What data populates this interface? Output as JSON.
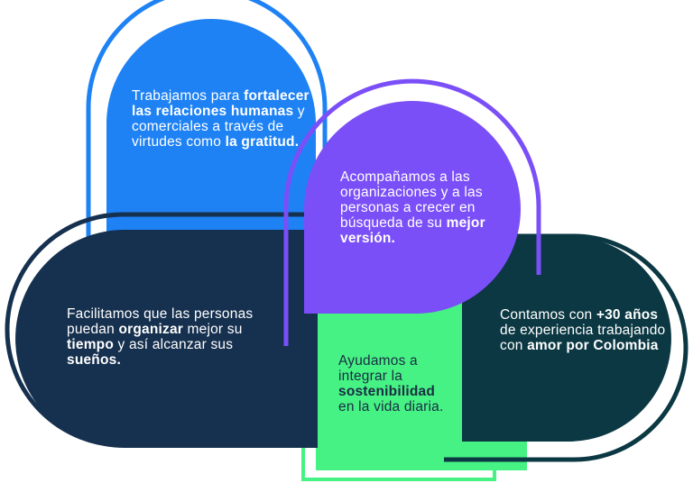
{
  "colors": {
    "blue": "#1e82f5",
    "purple": "#7b4ff8",
    "navy": "#16304f",
    "green": "#45f283",
    "teal": "#0b3843"
  },
  "blocks": {
    "blue": {
      "t1": "Trabajamos para ",
      "b1": "fortalecer las relaciones humanas",
      "t2": " y comerciales a través de virtudes como ",
      "b2": "la gratitud."
    },
    "purple": {
      "t1": "Acompañamos a las organizaciones y a las personas a crecer en búsqueda de su ",
      "b1": "mejor versión."
    },
    "navy": {
      "t1": "Facilitamos que las personas puedan ",
      "b1": "organizar",
      "t2": " mejor su ",
      "b2": "tiempo",
      "t3": " y así alcanzar sus ",
      "b3": "sueños."
    },
    "green": {
      "t1": "Ayudamos a integrar la ",
      "b1": "sostenibilidad",
      "t2": " en la vida diaria."
    },
    "teal": {
      "t1": "Contamos con ",
      "b1": "+30 años",
      "t2": " de experiencia trabajando con ",
      "b2": "amor por Colombia"
    }
  }
}
